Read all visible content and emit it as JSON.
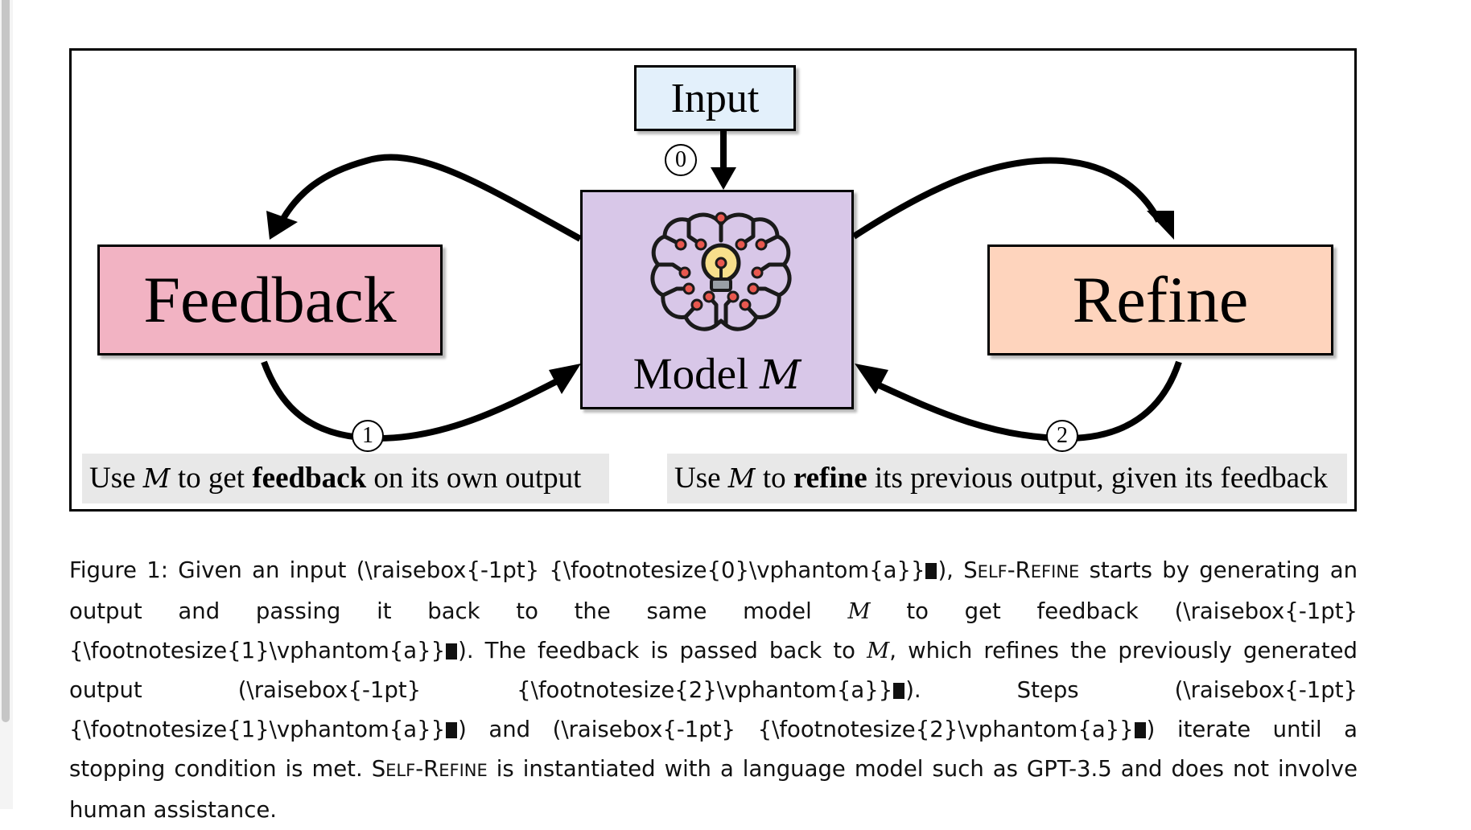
{
  "figure": {
    "input_label": "Input",
    "feedback_label": "Feedback",
    "refine_label": "Refine",
    "model_label": "Model",
    "model_symbol": "M",
    "steps": [
      "0",
      "1",
      "2"
    ],
    "left_desc": {
      "pre": "Use ",
      "symbol": "M",
      "mid": " to get ",
      "bold": "feedback",
      "post": " on its own output"
    },
    "right_desc": {
      "pre": "Use ",
      "symbol": "M",
      "mid": " to ",
      "bold": "refine",
      "post": " its previous output, given its feedback"
    },
    "colors": {
      "input_fill": "#e3f0fb",
      "feedback_fill": "#f2b3c3",
      "refine_fill": "#fed4bd",
      "model_fill": "#d8c7e8",
      "desc_fill": "#e8e8e8",
      "bulb": "#f7df8c",
      "node": "#e8584f"
    },
    "icon": "brain-circuit-lightbulb-icon"
  },
  "caption": {
    "p1": "Figure 1:  Given an input (\\raisebox{-1pt} {\\footnotesize{0}\\vphantom{a}}",
    "p2": "), ",
    "self_S": "S",
    "self_ELF": "ELF",
    "self_dash": "-",
    "self_R": "R",
    "self_EFINE": "EFINE",
    "p3": " starts by generating an output and passing it back to the same model ",
    "sym": "M",
    "p4": " to get feedback (\\raisebox{-1pt} {\\footnotesize{1}\\vphantom{a}}",
    "p5": "). The feedback is passed back to ",
    "p6": ", which refines the previously generated output (\\raisebox{-1pt} {\\footnotesize{2}\\vphantom{a}}",
    "p7": "). Steps (\\raisebox{-1pt} {\\footnotesize{1}\\vphantom{a}}",
    "p8": ") and (\\raisebox{-1pt} {\\footnotesize{2}\\vphantom{a}}",
    "p9": ") iterate until a stopping condition is met. ",
    "p10": " is instantiated with a language model such as GPT-3.5 and does not involve human assistance."
  }
}
